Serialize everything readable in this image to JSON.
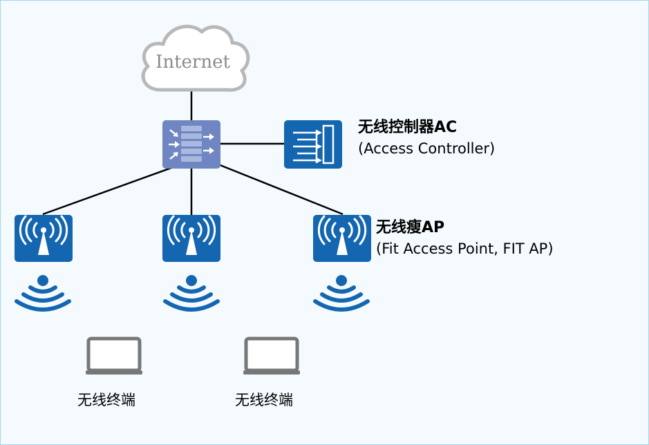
{
  "cloud": {
    "label": "Internet"
  },
  "ac": {
    "title": "无线控制器AC",
    "subtitle": "(Access Controller)"
  },
  "ap": {
    "title": "无线瘦AP",
    "subtitle": "(Fit Access Point, FIT AP)"
  },
  "terminals": [
    {
      "label": "无线终端"
    },
    {
      "label": "无线终端"
    }
  ],
  "colors": {
    "device_blue": "#1466b0",
    "switch_blue": "#6f86c2",
    "line": "#000000",
    "cloud_stroke": "#b8b8b8",
    "background": "#f4fafd"
  }
}
